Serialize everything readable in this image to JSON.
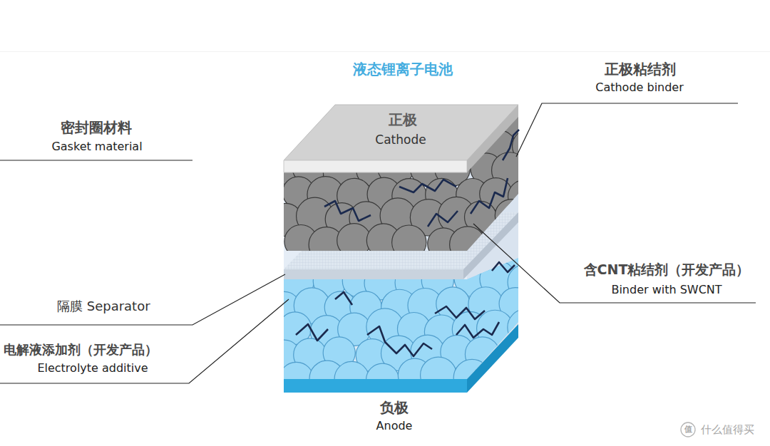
{
  "diagram": {
    "title": "液态锂离子电池",
    "labels": [
      "正极粘结剂",
      "Cathode binder",
      "密封圈材料",
      "Gasket material",
      "正极",
      "Cathode",
      "含CNT粘结剂（开发产品）",
      "Binder with SWCNT",
      "隔膜 Separator",
      "电解液添加剂（开发产品）",
      "Electrolyte additive",
      "负极",
      "Anode",
      "值",
      "什么值得买"
    ]
  }
}
